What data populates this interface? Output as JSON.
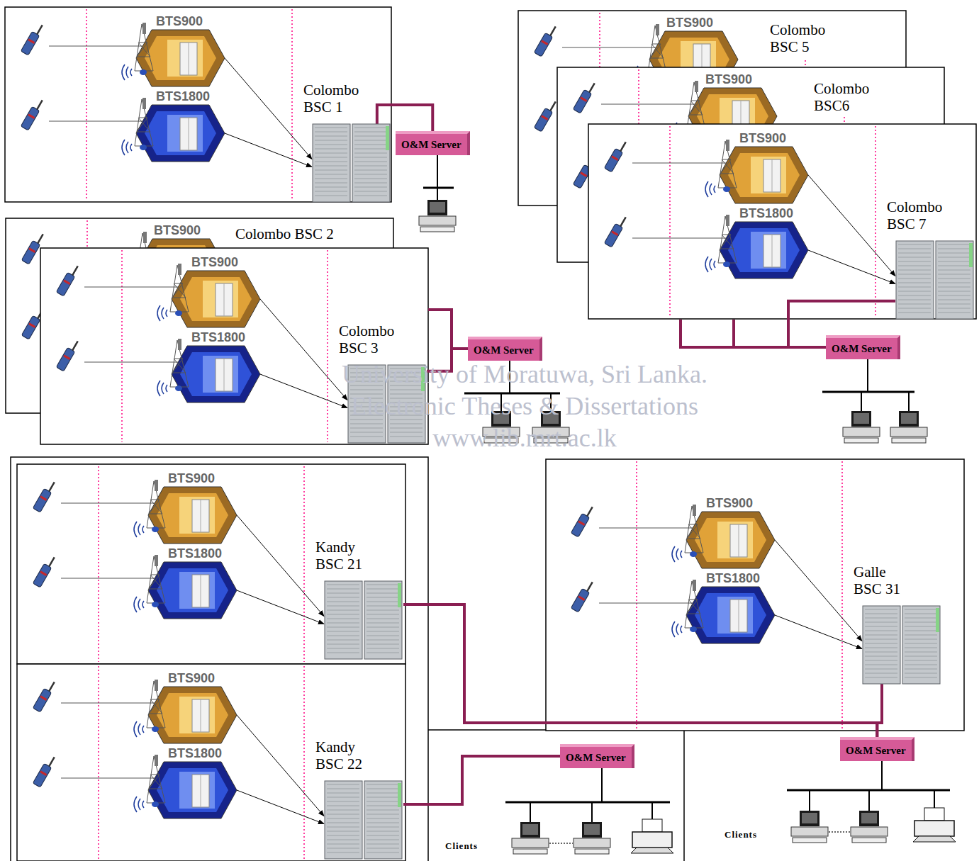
{
  "diagram": {
    "nodes": [
      {
        "text": [
          "BTS900"
        ]
      },
      {
        "text": [
          "BTS1800"
        ]
      },
      {
        "text": [
          "Colombo BSC 1"
        ]
      },
      {
        "text": [
          "O&M Server"
        ]
      },
      {
        "text": [
          "BTS900"
        ]
      },
      {
        "text": [
          "BTS1800"
        ]
      },
      {
        "text": [
          "Colombo BSC 3"
        ]
      },
      {
        "text": [
          "O&M Server"
        ]
      },
      {
        "text": [
          "BTS900"
        ]
      },
      {
        "text": [
          "BTS1800"
        ]
      },
      {
        "text": [
          "Colombo BSC 7"
        ]
      },
      {
        "text": [
          "O&M Server"
        ]
      },
      {
        "text": [
          "BTS900"
        ]
      },
      {
        "text": [
          "BTS1800"
        ]
      },
      {
        "text": [
          "Kandy BSC 21"
        ]
      },
      {
        "text": [
          "BTS900"
        ]
      },
      {
        "text": [
          "BTS1800"
        ]
      },
      {
        "text": [
          "Kandy BSC 22"
        ]
      },
      {
        "text": [
          "O&M Server"
        ]
      },
      {
        "text": [
          "BTS900"
        ]
      },
      {
        "text": [
          "BTS1800"
        ]
      },
      {
        "text": [
          "Galle BSC 31"
        ]
      },
      {
        "text": [
          "O&M Server"
        ]
      }
    ],
    "edges": [
      {
        "from": 0,
        "to": 2,
        "arrow": "to"
      },
      {
        "from": 1,
        "to": 2,
        "arrow": "to"
      },
      {
        "from": 2,
        "to": 3,
        "arrow": "none"
      },
      {
        "from": 4,
        "to": 6,
        "arrow": "to"
      },
      {
        "from": 5,
        "to": 6,
        "arrow": "to"
      },
      {
        "from": 6,
        "to": 7,
        "arrow": "none"
      },
      {
        "from": 8,
        "to": 10,
        "arrow": "to"
      },
      {
        "from": 9,
        "to": 10,
        "arrow": "to"
      },
      {
        "from": 10,
        "to": 11,
        "arrow": "none"
      },
      {
        "from": 12,
        "to": 14,
        "arrow": "to"
      },
      {
        "from": 13,
        "to": 14,
        "arrow": "to"
      },
      {
        "from": 15,
        "to": 17,
        "arrow": "to"
      },
      {
        "from": 16,
        "to": 17,
        "arrow": "to"
      },
      {
        "from": 17,
        "to": 18,
        "arrow": "none"
      },
      {
        "from": 19,
        "to": 21,
        "arrow": "to"
      },
      {
        "from": 20,
        "to": 21,
        "arrow": "to"
      },
      {
        "from": 21,
        "to": 22,
        "arrow": "none"
      },
      {
        "from": 14,
        "to": 22,
        "arrow": "none"
      }
    ],
    "labels": [
      "BTS900",
      "Colombo BSC 5",
      "BTS900",
      "Colombo BSC6",
      "BTS900",
      "Colombo BSC 2",
      "University of Moratuwa, Sri Lanka.",
      "Electronic Theses & Dissertations",
      "www.lib.mrt.ac.lk",
      "Clients",
      "Clients"
    ]
  }
}
